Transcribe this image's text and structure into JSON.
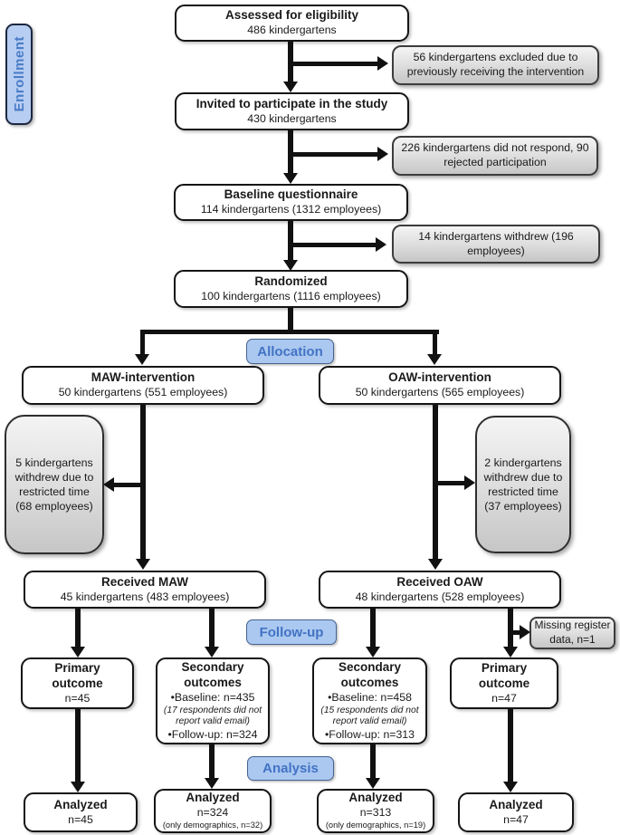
{
  "stages": {
    "enrollment": "Enrollment",
    "allocation": "Allocation",
    "followup": "Follow-up",
    "analysis": "Analysis"
  },
  "flow": {
    "assessed": {
      "title": "Assessed for eligibility",
      "sub": "486 kindergartens"
    },
    "invited": {
      "title": "Invited to participate in the study",
      "sub": "430 kindergartens"
    },
    "baseline": {
      "title": "Baseline questionnaire",
      "sub": "114 kindergartens (1312 employees)"
    },
    "randomized": {
      "title": "Randomized",
      "sub": "100 kindergartens (1116 employees)"
    },
    "maw": {
      "title": "MAW-intervention",
      "sub": "50 kindergartens (551 employees)"
    },
    "oaw": {
      "title": "OAW-intervention",
      "sub": "50 kindergartens (565 employees)"
    },
    "received_maw": {
      "title": "Received MAW",
      "sub": "45 kindergartens (483 employees)"
    },
    "received_oaw": {
      "title": "Received OAW",
      "sub": "48 kindergartens (528 employees)"
    },
    "primary_left": {
      "title": "Primary outcome",
      "sub": "n=45"
    },
    "primary_right": {
      "title": "Primary outcome",
      "sub": "n=47"
    },
    "secondary_left": {
      "title": "Secondary outcomes",
      "bullet1": "•Baseline: n=435",
      "note": "(17 respondents did not report valid email)",
      "bullet2": "•Follow-up: n=324"
    },
    "secondary_right": {
      "title": "Secondary outcomes",
      "bullet1": "•Baseline: n=458",
      "note": "(15 respondents did not report valid email)",
      "bullet2": "•Follow-up: n=313"
    },
    "analyzed1": {
      "title": "Analyzed",
      "sub": "n=45"
    },
    "analyzed2": {
      "title": "Analyzed",
      "sub": "n=324",
      "note": "(only demographics, n=32)"
    },
    "analyzed3": {
      "title": "Analyzed",
      "sub": "n=313",
      "note": "(only demographics, n=19)"
    },
    "analyzed4": {
      "title": "Analyzed",
      "sub": "n=47"
    }
  },
  "exclusions": {
    "excluded": "56 kindergartens excluded due to previously receiving the intervention",
    "no_response": "226 kindergartens did not respond, 90 rejected participation",
    "withdrew": "14 kindergartens withdrew (196 employees)",
    "maw_withdrew": "5 kindergartens withdrew due to restricted time (68 employees)",
    "oaw_withdrew": "2 kindergartens withdrew due to restricted time (37 employees)",
    "missing_register": "Missing register data, n=1"
  },
  "colors": {
    "badge_fill": "#abc8f0",
    "badge_border": "#46628f",
    "badge_text": "#4273c4",
    "box_border": "#151515",
    "sidebox_fill": "#dcdcdc",
    "arrow": "#111111"
  }
}
